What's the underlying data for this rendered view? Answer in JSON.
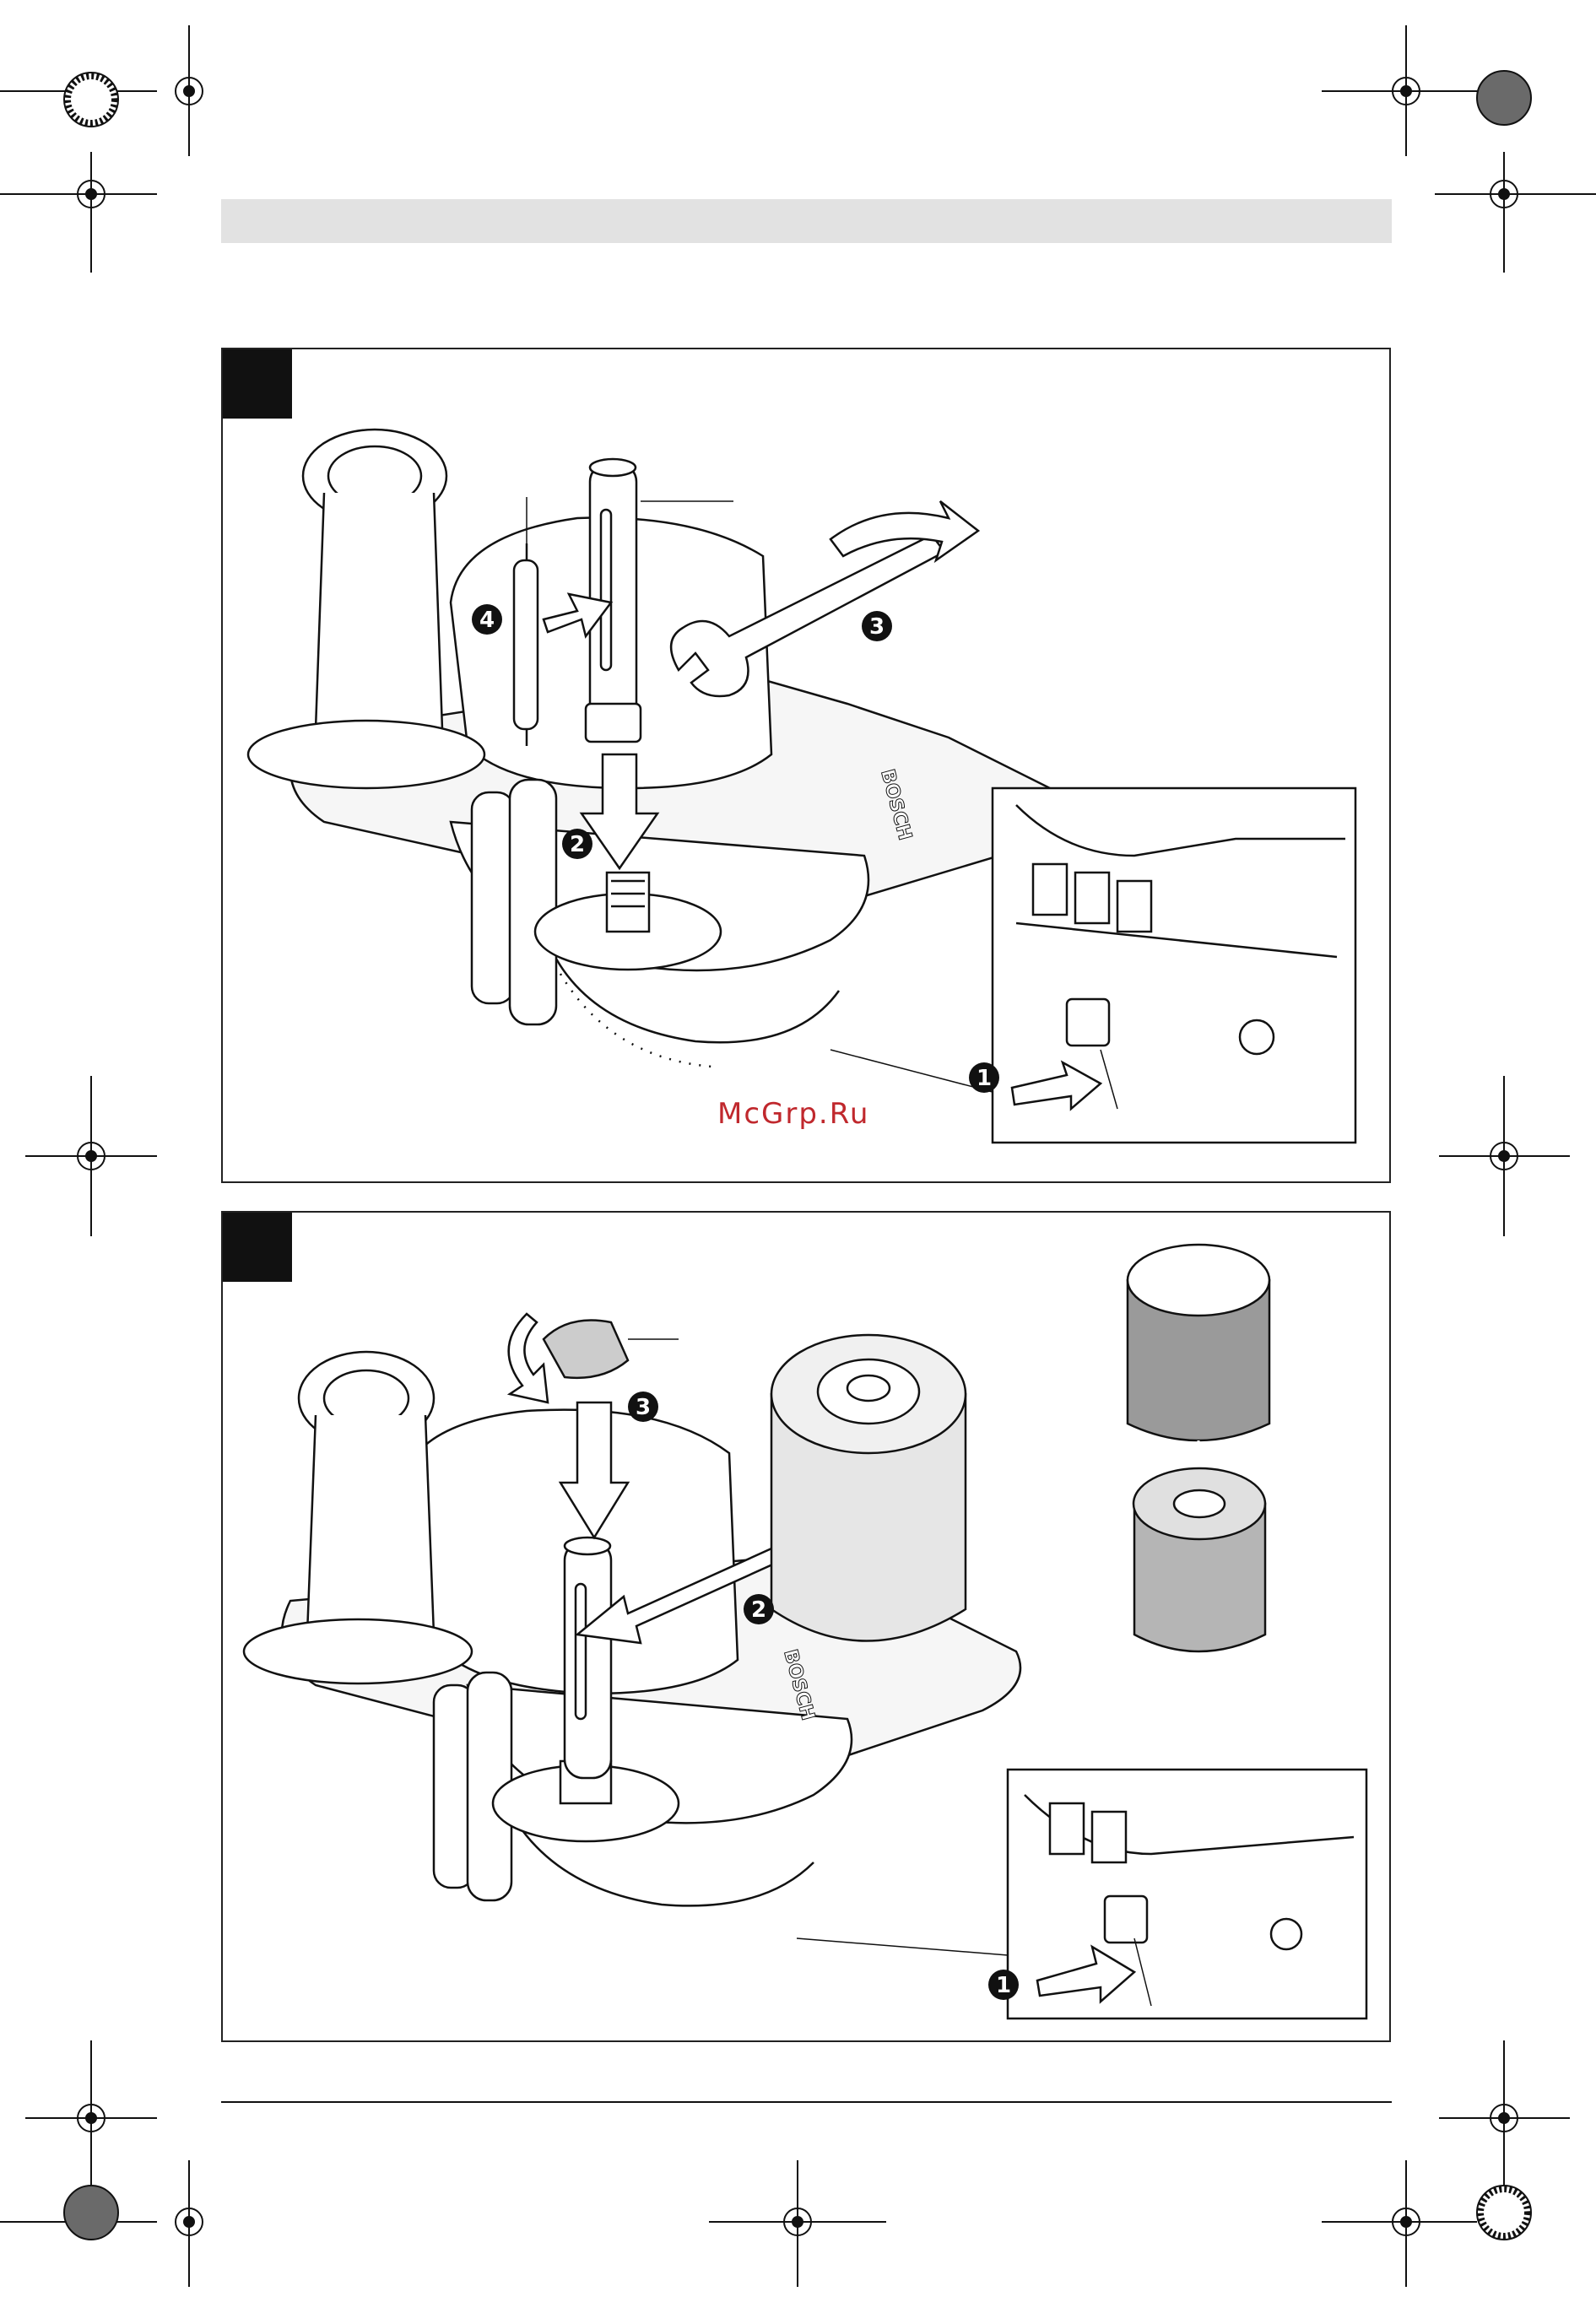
{
  "watermark": {
    "text": "McGrp.Ru"
  },
  "colors": {
    "frame": "#222222",
    "header_bar": "#e2e2e2",
    "watermark": "#c0282d"
  },
  "figure_top": {
    "steps": [
      "1",
      "2",
      "3",
      "4"
    ],
    "brand_mark": "BOSCH"
  },
  "figure_bottom": {
    "steps": [
      "1",
      "2",
      "3"
    ],
    "brand_mark": "BOSCH"
  }
}
